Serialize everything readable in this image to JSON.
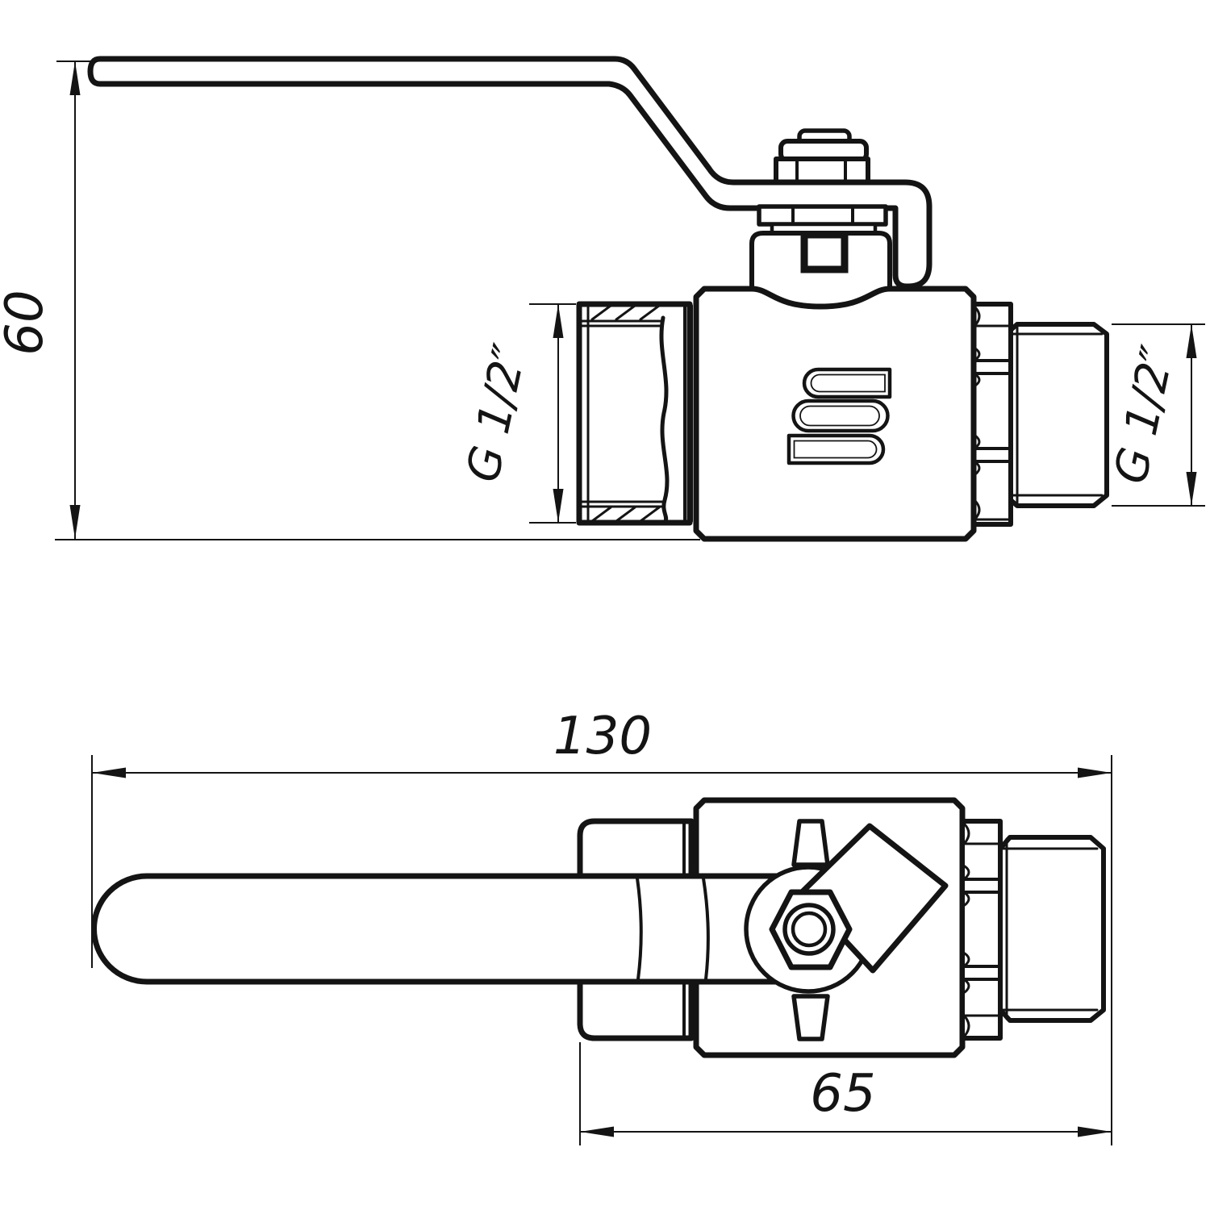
{
  "drawing": {
    "colors": {
      "background": "#ffffff",
      "line": "#141414"
    },
    "side_view": {
      "dim_height": "60",
      "dim_thread_left": "G 1/2″",
      "dim_thread_right": "G 1/2″",
      "logo_glyph": "S"
    },
    "plan_view": {
      "dim_total_length": "130",
      "dim_body_length": "65"
    }
  }
}
